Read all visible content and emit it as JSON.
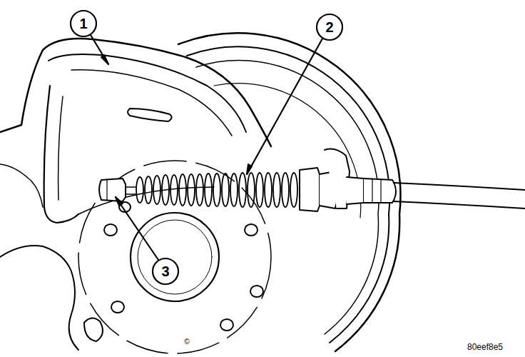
{
  "diagram": {
    "labels": [
      "1",
      "2",
      "3",
      "©",
      "80eef8e5"
    ]
  }
}
